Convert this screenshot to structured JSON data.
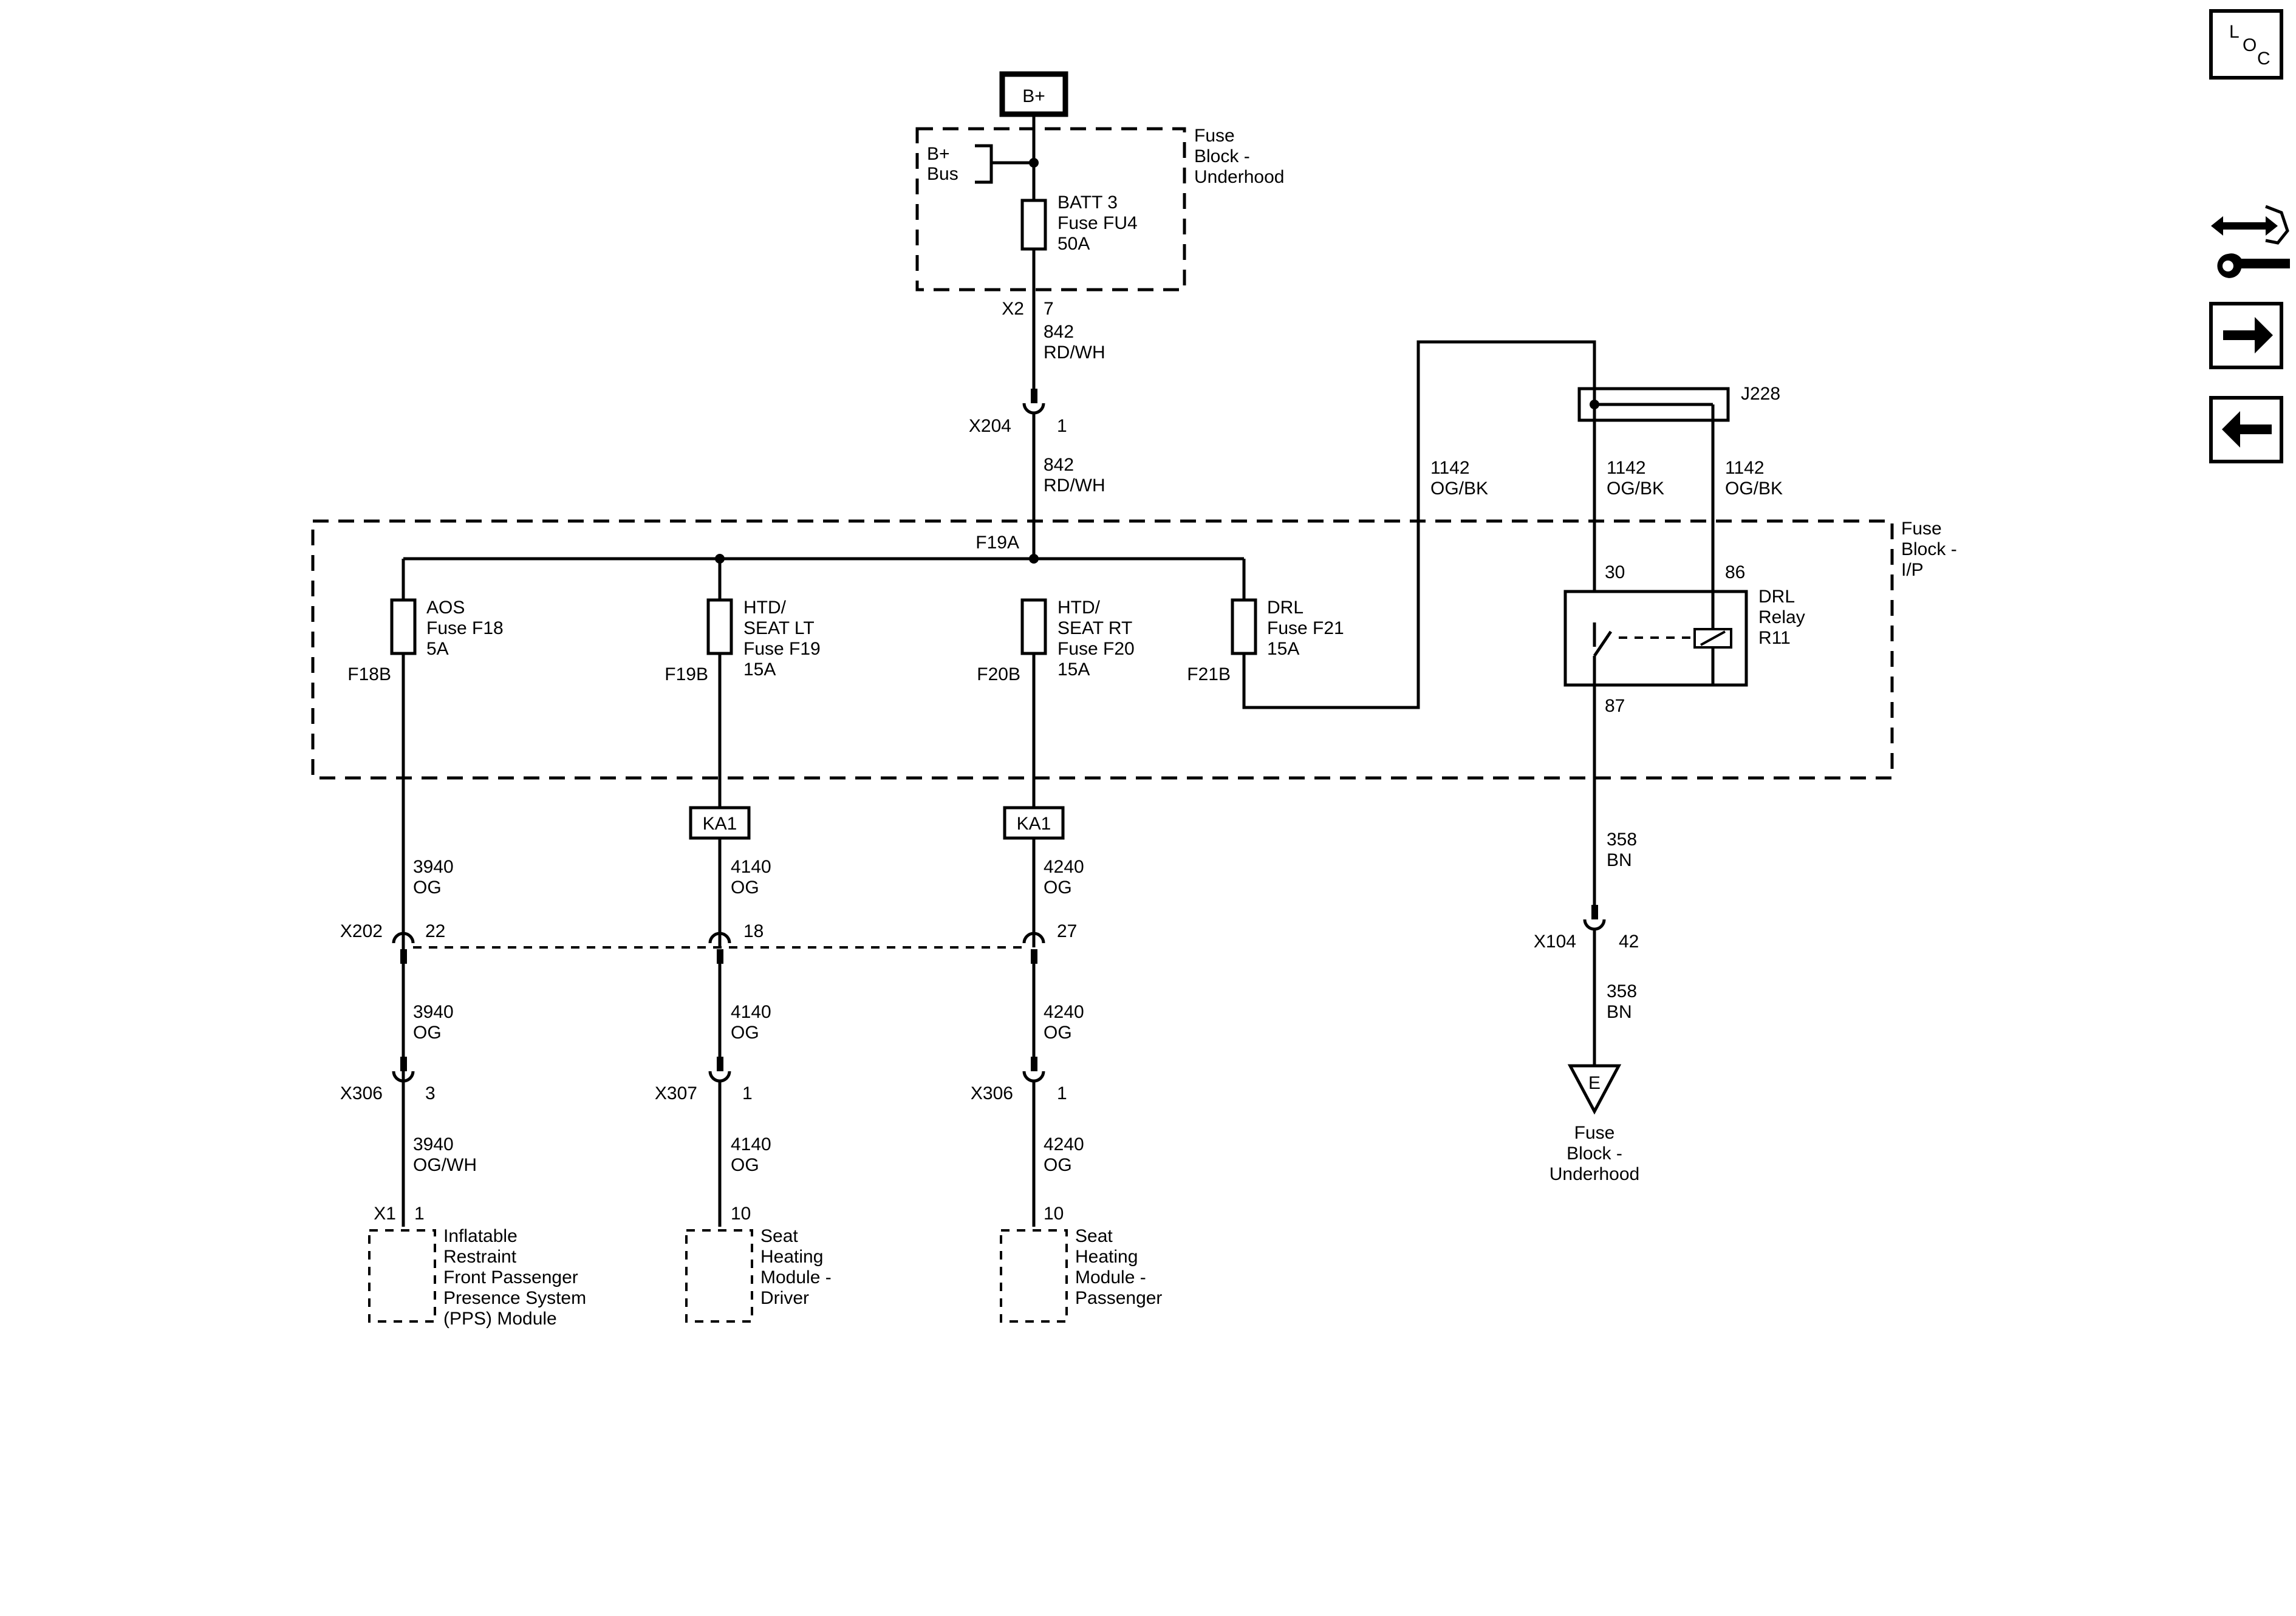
{
  "power_source": "B+",
  "fuse_block_underhood": {
    "title": [
      "Fuse",
      "Block -",
      "Underhood"
    ],
    "bus_label": [
      "B+",
      "Bus"
    ],
    "batt_fuse": [
      "BATT 3",
      "Fuse FU4",
      "50A"
    ],
    "conn": "X2",
    "pin": "7"
  },
  "wire_842_a": [
    "842",
    "RD/WH"
  ],
  "x204": {
    "conn": "X204",
    "pin": "1"
  },
  "wire_842_b": [
    "842",
    "RD/WH"
  ],
  "fuse_block_ip": {
    "title": [
      "Fuse",
      "Block -",
      "I/P"
    ],
    "bus_label": "F19A",
    "fuses": [
      {
        "lines": [
          "AOS",
          "Fuse F18",
          "5A"
        ],
        "terminal": "F18B"
      },
      {
        "lines": [
          "HTD/",
          "SEAT LT",
          "Fuse F19",
          "15A"
        ],
        "terminal": "F19B"
      },
      {
        "lines": [
          "HTD/",
          "SEAT RT",
          "Fuse F20",
          "15A"
        ],
        "terminal": "F20B"
      },
      {
        "lines": [
          "DRL",
          "Fuse F21",
          "15A"
        ],
        "terminal": "F21B"
      }
    ],
    "relay": {
      "lines": [
        "DRL",
        "Relay",
        "R11"
      ],
      "pin_30": "30",
      "pin_86": "86",
      "pin_87": "87"
    }
  },
  "splice_j228": "J228",
  "wire_1142": {
    "left": [
      "1142",
      "OG/BK"
    ],
    "mid": [
      "1142",
      "OG/BK"
    ],
    "right": [
      "1142",
      "OG/BK"
    ]
  },
  "ka1": [
    "KA1",
    "KA1"
  ],
  "circuits": [
    {
      "wire_a": [
        "3940",
        "OG"
      ],
      "x202_conn": "X202",
      "x202_pin": "22",
      "wire_b": [
        "3940",
        "OG"
      ],
      "conn": "X306",
      "pin": "3",
      "wire_c": [
        "3940",
        "OG/WH"
      ],
      "module_conn": "X1",
      "module_pin": "1",
      "module": [
        "Inflatable",
        "Restraint",
        "Front Passenger",
        "Presence System",
        "(PPS) Module"
      ]
    },
    {
      "wire_a": [
        "4140",
        "OG"
      ],
      "x202_pin": "18",
      "wire_b": [
        "4140",
        "OG"
      ],
      "conn": "X307",
      "pin": "1",
      "wire_c": [
        "4140",
        "OG"
      ],
      "module_pin": "10",
      "module": [
        "Seat",
        "Heating",
        "Module -",
        "Driver"
      ]
    },
    {
      "wire_a": [
        "4240",
        "OG"
      ],
      "x202_pin": "27",
      "wire_b": [
        "4240",
        "OG"
      ],
      "conn": "X306",
      "pin": "1",
      "wire_c": [
        "4240",
        "OG"
      ],
      "module_pin": "10",
      "module": [
        "Seat",
        "Heating",
        "Module -",
        "Passenger"
      ]
    }
  ],
  "relay_output": {
    "wire_a": [
      "358",
      "BN"
    ],
    "conn": "X104",
    "pin": "42",
    "wire_b": [
      "358",
      "BN"
    ],
    "ground_symbol": "E",
    "ground_label": [
      "Fuse",
      "Block -",
      "Underhood"
    ]
  },
  "nav": {
    "loc": [
      "L",
      "O",
      "C"
    ],
    "icons": [
      "connector-tool-icon",
      "arrow-right-icon",
      "arrow-left-icon"
    ]
  }
}
